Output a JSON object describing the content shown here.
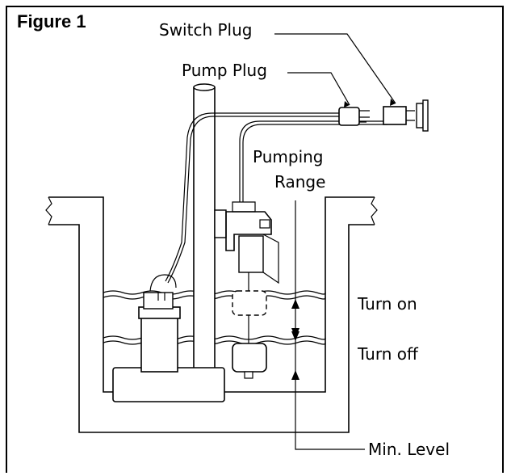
{
  "figure": {
    "title": "Figure 1"
  },
  "labels": {
    "switch_plug": "Switch Plug",
    "pump_plug": "Pump Plug",
    "pumping_range_line1": "Pumping",
    "pumping_range_line2": "Range",
    "turn_on": "Turn on",
    "turn_off": "Turn off",
    "min_level": "Min. Level"
  },
  "icons": {
    "pump": "submersible-pump-icon",
    "switch": "float-switch-icon",
    "outlet": "wall-outlet-icon"
  }
}
